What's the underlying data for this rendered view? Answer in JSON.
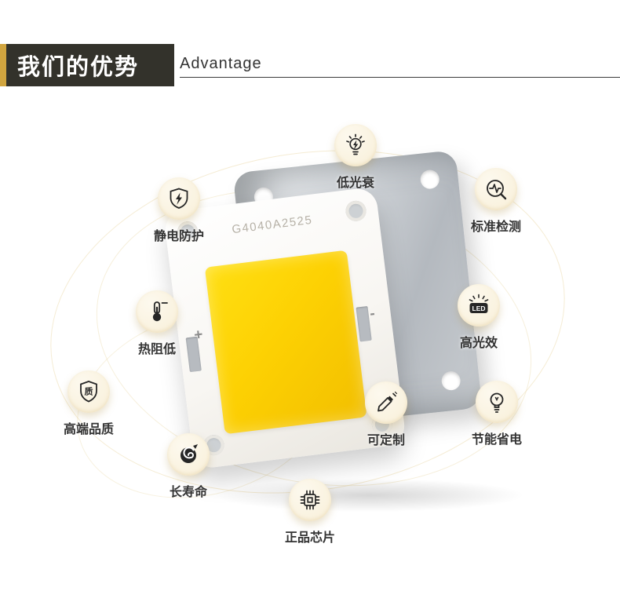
{
  "header": {
    "title": "我们的优势",
    "subtitle": "Advantage"
  },
  "product": {
    "model": "G4040A2525",
    "polarity_positive": "+",
    "polarity_negative": "-"
  },
  "features": [
    {
      "label": "低光衰",
      "icon": "bulb-flash-icon"
    },
    {
      "label": "静电防护",
      "icon": "shield-flash-icon"
    },
    {
      "label": "标准检测",
      "icon": "pulse-detect-icon"
    },
    {
      "label": "热阻低",
      "icon": "thermometer-icon"
    },
    {
      "label": "高光效",
      "icon": "led-rays-icon"
    },
    {
      "label": "高端品质",
      "icon": "quality-badge-icon"
    },
    {
      "label": "可定制",
      "icon": "pen-icon"
    },
    {
      "label": "节能省电",
      "icon": "energy-bulb-icon"
    },
    {
      "label": "长寿命",
      "icon": "coil-icon"
    },
    {
      "label": "正品芯片",
      "icon": "chip-icon"
    }
  ],
  "colors": {
    "header_bg": "#33322b",
    "header_accent": "#d1a53f",
    "badge_bg": "#f8efd8",
    "emitter_yellow": "#fdd103",
    "label_text": "#333333"
  }
}
